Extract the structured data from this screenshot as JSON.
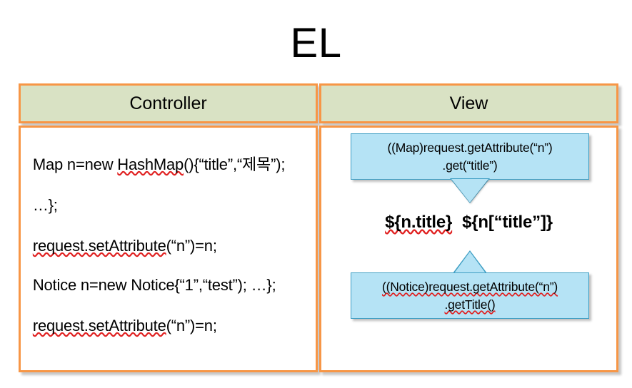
{
  "slide": {
    "title": "EL",
    "accent_border_color": "#F79646",
    "header_fill_color": "#D9E2C4",
    "callout_fill_color": "#B5E3F5",
    "callout_border_color": "#3F9FC4"
  },
  "table": {
    "headers": [
      {
        "label": "Controller"
      },
      {
        "label": "View"
      }
    ]
  },
  "controller": {
    "snippets": [
      {
        "lines": [
          "Map n=new HashMap(){“title”,“제목”);",
          "…};",
          "request.setAttribute(“n”)=n;"
        ],
        "misspelled": [
          "HashMap",
          "request.setAttribute"
        ]
      },
      {
        "lines": [
          "Notice n=new Notice{“1”,“test”); …};",
          "request.setAttribute(“n”)=n;"
        ],
        "misspelled": [
          "request.setAttribute"
        ]
      }
    ]
  },
  "view": {
    "callout_top": {
      "line1": "((Map)request.getAttribute(“n”)",
      "line2": ".get(“title”)",
      "pointer": "down"
    },
    "callout_bottom": {
      "line1": "((Notice)request.getAttribute(“n”)",
      "line2": ".getTitle()",
      "pointer": "up"
    },
    "el_expressions": {
      "dot_notation": "${n.title}",
      "bracket_notation": "${n[“title”]}"
    }
  }
}
